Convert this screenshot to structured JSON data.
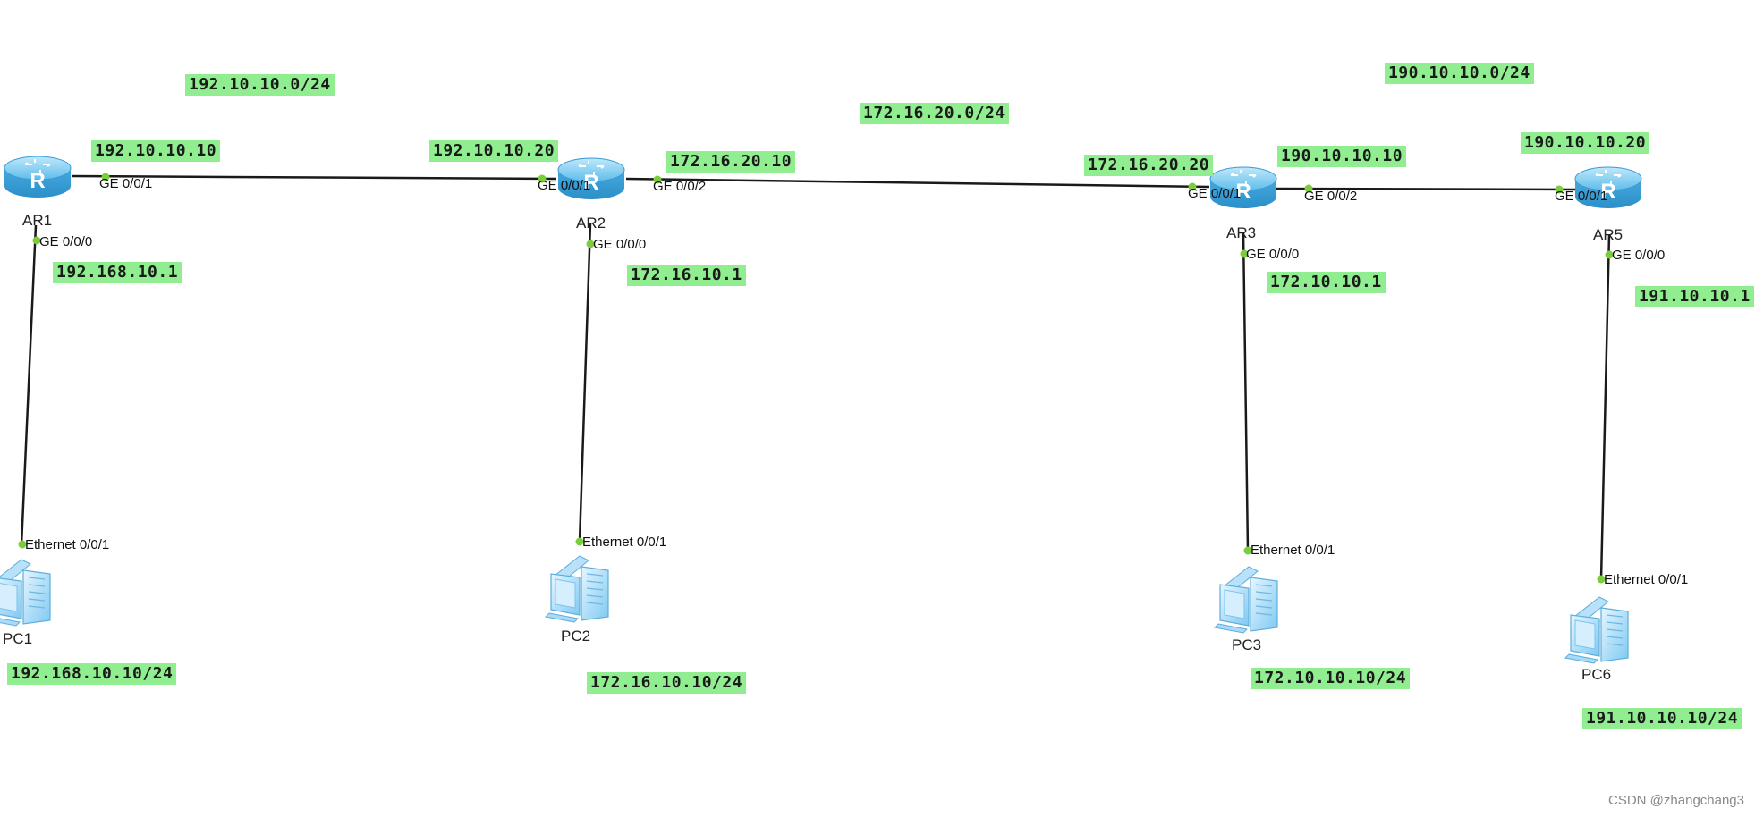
{
  "networks": {
    "ar1_ar2": "192.10.10.0/24",
    "ar2_ar3": "172.16.20.0/24",
    "ar3_ar5": "190.10.10.0/24"
  },
  "devices": {
    "ar1": "AR1",
    "ar2": "AR2",
    "ar3": "AR3",
    "ar5": "AR5",
    "pc1": "PC1",
    "pc2": "PC2",
    "pc3": "PC3",
    "pc6": "PC6"
  },
  "ports": {
    "ar1_g001": "GE 0/0/1",
    "ar1_g000": "GE 0/0/0",
    "ar2_g001": "GE 0/0/1",
    "ar2_g002": "GE 0/0/2",
    "ar2_g000": "GE 0/0/0",
    "ar3_g001": "GE 0/0/1",
    "ar3_g002": "GE 0/0/2",
    "ar3_g000": "GE 0/0/0",
    "ar5_g001": "GE 0/0/1",
    "ar5_g000": "GE 0/0/0",
    "pc1_eth": "Ethernet 0/0/1",
    "pc2_eth": "Ethernet 0/0/1",
    "pc3_eth": "Ethernet 0/0/1",
    "pc6_eth": "Ethernet 0/0/1"
  },
  "addresses": {
    "ar1_g001": "192.10.10.10",
    "ar1_g000": "192.168.10.1",
    "ar2_g001": "192.10.10.20",
    "ar2_g002": "172.16.20.10",
    "ar2_g000": "172.16.10.1",
    "ar3_g001": "172.16.20.20",
    "ar3_g002": "190.10.10.10",
    "ar3_g000": "172.10.10.1",
    "ar5_g001": "190.10.10.20",
    "ar5_g000": "191.10.10.1",
    "pc1": "192.168.10.10/24",
    "pc2": "172.16.10.10/24",
    "pc3": "172.10.10.10/24",
    "pc6": "191.10.10.10/24"
  },
  "watermark": "CSDN @zhangchang3",
  "colors": {
    "label_bg": "#90ee90",
    "link": "#1a1a1a",
    "port_dot": "#7ccd3c",
    "router": "#4fb3e8",
    "pc": "#8fd0f5"
  }
}
